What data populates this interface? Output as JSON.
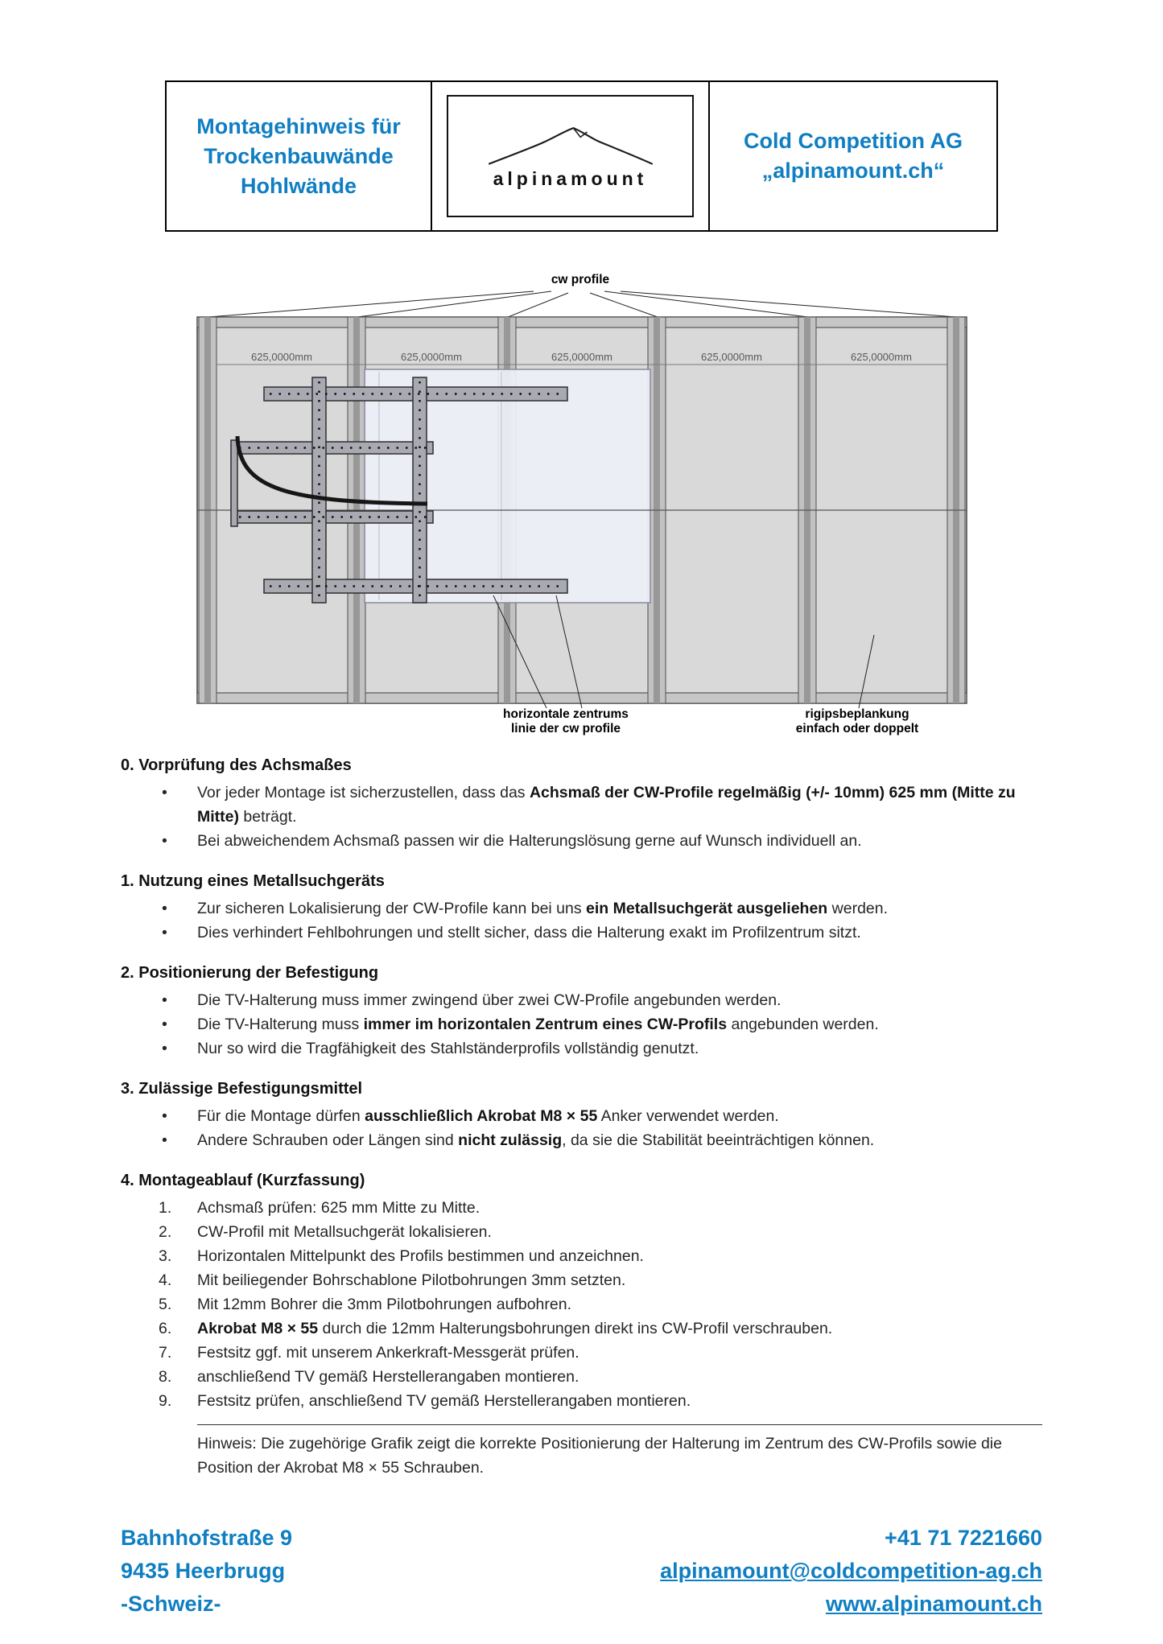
{
  "colors": {
    "accent_blue": "#0f7ec2"
  },
  "header": {
    "doc_title_lines": [
      "Montagehinweis für",
      "Trockenbauwände",
      "Hohlwände"
    ],
    "logo_text": "alpinamount",
    "company_lines": [
      "Cold Competition AG",
      "„alpinamount.ch“"
    ]
  },
  "diagram": {
    "top_label": "cw profile",
    "dim_label": "625,0000mm",
    "bottom_left_label_lines": [
      "horizontale zentrums",
      "linie der cw profile"
    ],
    "bottom_right_label_lines": [
      "rigipsbeplankung",
      "einfach oder doppelt"
    ]
  },
  "sections": [
    {
      "title": "0. Vorprüfung des Achsmaßes",
      "list_type": "bullet",
      "items": [
        {
          "parts": [
            {
              "text": "Vor jeder Montage ist sicherzustellen, dass das "
            },
            {
              "text": "Achsmaß der CW-Profile regelmäßig (+/- 10mm) 625 mm (Mitte zu Mitte)",
              "bold": true
            },
            {
              "text": " beträgt."
            }
          ]
        },
        {
          "parts": [
            {
              "text": "Bei abweichendem Achsmaß passen wir die Halterungslösung gerne auf Wunsch individuell an."
            }
          ]
        }
      ]
    },
    {
      "title": "1. Nutzung eines Metallsuchgeräts",
      "list_type": "bullet",
      "items": [
        {
          "parts": [
            {
              "text": "Zur sicheren Lokalisierung der CW-Profile kann bei uns "
            },
            {
              "text": "ein Metallsuchgerät ausgeliehen",
              "bold": true
            },
            {
              "text": " werden."
            }
          ]
        },
        {
          "parts": [
            {
              "text": "Dies verhindert Fehlbohrungen und stellt sicher, dass die Halterung exakt im Profilzentrum sitzt."
            }
          ]
        }
      ]
    },
    {
      "title": "2. Positionierung der Befestigung",
      "list_type": "bullet",
      "items": [
        {
          "parts": [
            {
              "text": "Die TV-Halterung muss immer zwingend über zwei CW-Profile angebunden werden."
            }
          ]
        },
        {
          "parts": [
            {
              "text": "Die TV-Halterung muss "
            },
            {
              "text": "immer im horizontalen Zentrum eines CW-Profils",
              "bold": true
            },
            {
              "text": " angebunden werden."
            }
          ]
        },
        {
          "parts": [
            {
              "text": "Nur so wird die Tragfähigkeit des Stahlständerprofils vollständig genutzt."
            }
          ]
        }
      ]
    },
    {
      "title": "3. Zulässige Befestigungsmittel",
      "list_type": "bullet",
      "items": [
        {
          "parts": [
            {
              "text": "Für die Montage dürfen "
            },
            {
              "text": "ausschließlich Akrobat M8 × 55",
              "bold": true
            },
            {
              "text": " Anker verwendet werden."
            }
          ]
        },
        {
          "parts": [
            {
              "text": "Andere Schrauben oder Längen sind "
            },
            {
              "text": "nicht zulässig",
              "bold": true
            },
            {
              "text": ", da sie die Stabilität beeinträchtigen können."
            }
          ]
        }
      ]
    },
    {
      "title": "4. Montageablauf (Kurzfassung)",
      "list_type": "number",
      "items": [
        {
          "parts": [
            {
              "text": "Achsmaß prüfen: 625 mm Mitte zu Mitte."
            }
          ]
        },
        {
          "parts": [
            {
              "text": "CW-Profil mit Metallsuchgerät lokalisieren."
            }
          ]
        },
        {
          "parts": [
            {
              "text": "Horizontalen Mittelpunkt des Profils bestimmen und anzeichnen."
            }
          ]
        },
        {
          "parts": [
            {
              "text": "Mit beiliegender Bohrschablone Pilotbohrungen 3mm setzten."
            }
          ]
        },
        {
          "parts": [
            {
              "text": "Mit 12mm Bohrer die 3mm Pilotbohrungen aufbohren."
            }
          ]
        },
        {
          "parts": [
            {
              "text": "Akrobat M8 × 55",
              "bold": true
            },
            {
              "text": " durch die 12mm Halterungsbohrungen direkt ins CW-Profil verschrauben."
            }
          ]
        },
        {
          "parts": [
            {
              "text": "Festsitz ggf. mit unserem Ankerkraft-Messgerät prüfen."
            }
          ]
        },
        {
          "parts": [
            {
              "text": "anschließend TV gemäß Herstellerangaben montieren."
            }
          ]
        },
        {
          "parts": [
            {
              "text": "Festsitz prüfen, anschließend TV gemäß Herstellerangaben montieren."
            }
          ]
        }
      ]
    }
  ],
  "note": {
    "text": "Hinweis: Die zugehörige Grafik zeigt die korrekte Positionierung der Halterung im Zentrum des CW-Profils sowie die Position der Akrobat M8 × 55 Schrauben."
  },
  "footer": {
    "address_lines": [
      "Bahnhofstraße 9",
      "9435 Heerbrugg",
      "-Schweiz-"
    ],
    "phone": "+41 71 7221660",
    "email": "alpinamount@coldcompetition-ag.ch",
    "website": "www.alpinamount.ch"
  }
}
